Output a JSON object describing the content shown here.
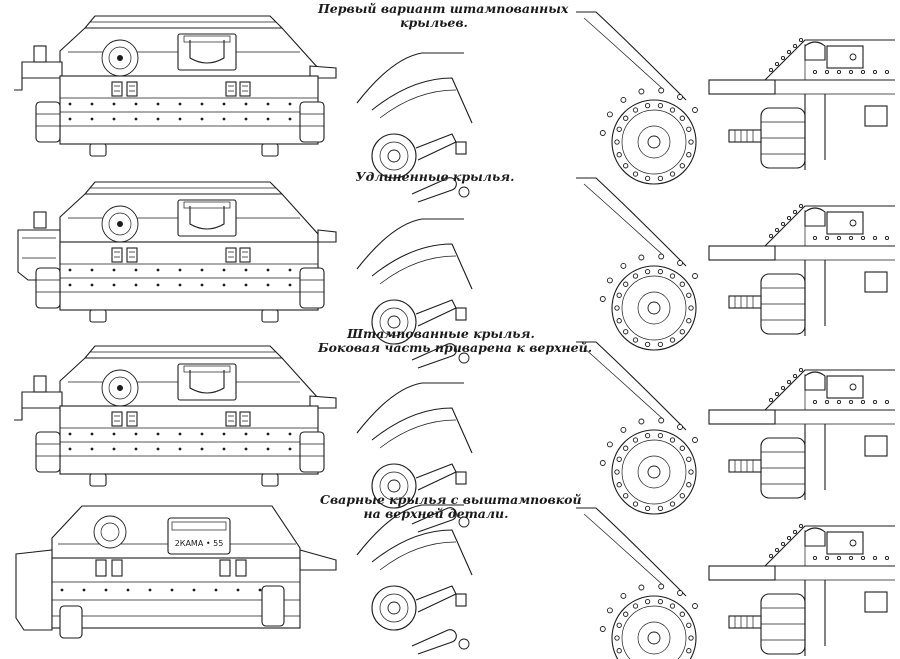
{
  "captions": [
    {
      "lines": [
        "Первый вариант штампованных",
        "крыльев."
      ]
    },
    {
      "lines": [
        "Удлиненные крылья."
      ]
    },
    {
      "lines": [
        "Штампованные крылья.",
        "Боковая часть приварена к верхней."
      ]
    },
    {
      "lines": [
        "Сварные крылья с выштамповкой",
        "на верхней детали."
      ]
    }
  ],
  "stamp_plate": {
    "text": "2КАМА • 55"
  }
}
